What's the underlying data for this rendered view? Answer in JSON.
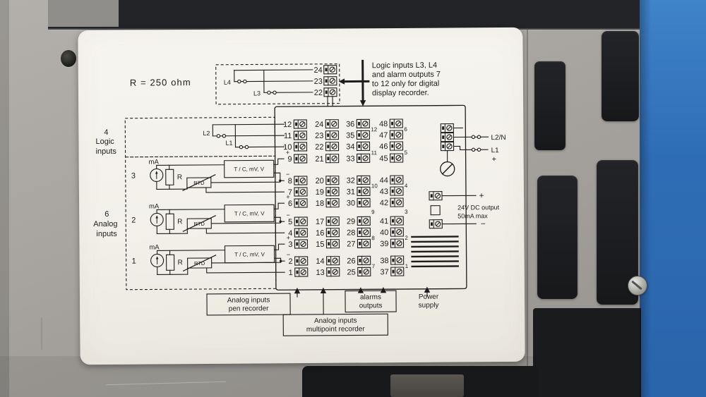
{
  "photo": {
    "background_color": "#2e6db6",
    "panel_color": "#a7a49f",
    "label_color": "#f4f2ec",
    "ink_color": "#1c1c1c"
  },
  "diagram": {
    "r_note": "R = 250 ohm",
    "note_lines": [
      "Logic inputs L3, L4",
      "and alarm outputs 7",
      "to 12 only for digital",
      "display recorder."
    ],
    "logic_heading": [
      "4",
      "Logic",
      "inputs"
    ],
    "analog_heading": [
      "6",
      "Analog",
      "inputs"
    ],
    "analog_input_numbers": [
      "3",
      "2",
      "1"
    ],
    "component_labels": {
      "ma": "mA",
      "r": "R",
      "rtd": "RTD",
      "tc": "T / C,  mV, V",
      "plus": "+",
      "minus": "−"
    },
    "logic_input_labels": {
      "l1": "L1",
      "l2": "L2",
      "l3": "L3",
      "l4": "L4"
    },
    "terminals": {
      "top_block": [
        "24",
        "23",
        "22"
      ],
      "col1": [
        "12",
        "11",
        "10",
        "9",
        "8",
        "7",
        "6",
        "5",
        "4",
        "3",
        "2",
        "1"
      ],
      "col2": [
        "24",
        "23",
        "22",
        "21",
        "20",
        "19",
        "18",
        "17",
        "16",
        "15",
        "14",
        "13"
      ],
      "col3": [
        "36",
        "35",
        "34",
        "33",
        "32",
        "31",
        "30",
        "29",
        "28",
        "27",
        "26",
        "25"
      ],
      "col4": [
        "48",
        "47",
        "46",
        "45",
        "44",
        "43",
        "42",
        "41",
        "40",
        "39",
        "38",
        "37"
      ],
      "alarm_pair_numbers_col3": [
        "12",
        "11",
        "10",
        "9",
        "8",
        "7"
      ],
      "alarm_pair_numbers_col4": [
        "6",
        "5",
        "4",
        "3",
        "2",
        "1"
      ]
    },
    "power": {
      "l2n": "L2/N",
      "l1": "L1",
      "plus": "+",
      "minus": "−",
      "dc_line1": "24V DC output",
      "dc_line2": "50mA max"
    },
    "bottom_labels": {
      "pen": [
        "Analog inputs",
        "pen recorder"
      ],
      "multipoint": [
        "Analog inputs",
        "multipoint recorder"
      ],
      "alarms": [
        "alarms",
        "outputs"
      ],
      "power": [
        "Power",
        "supply"
      ]
    }
  }
}
